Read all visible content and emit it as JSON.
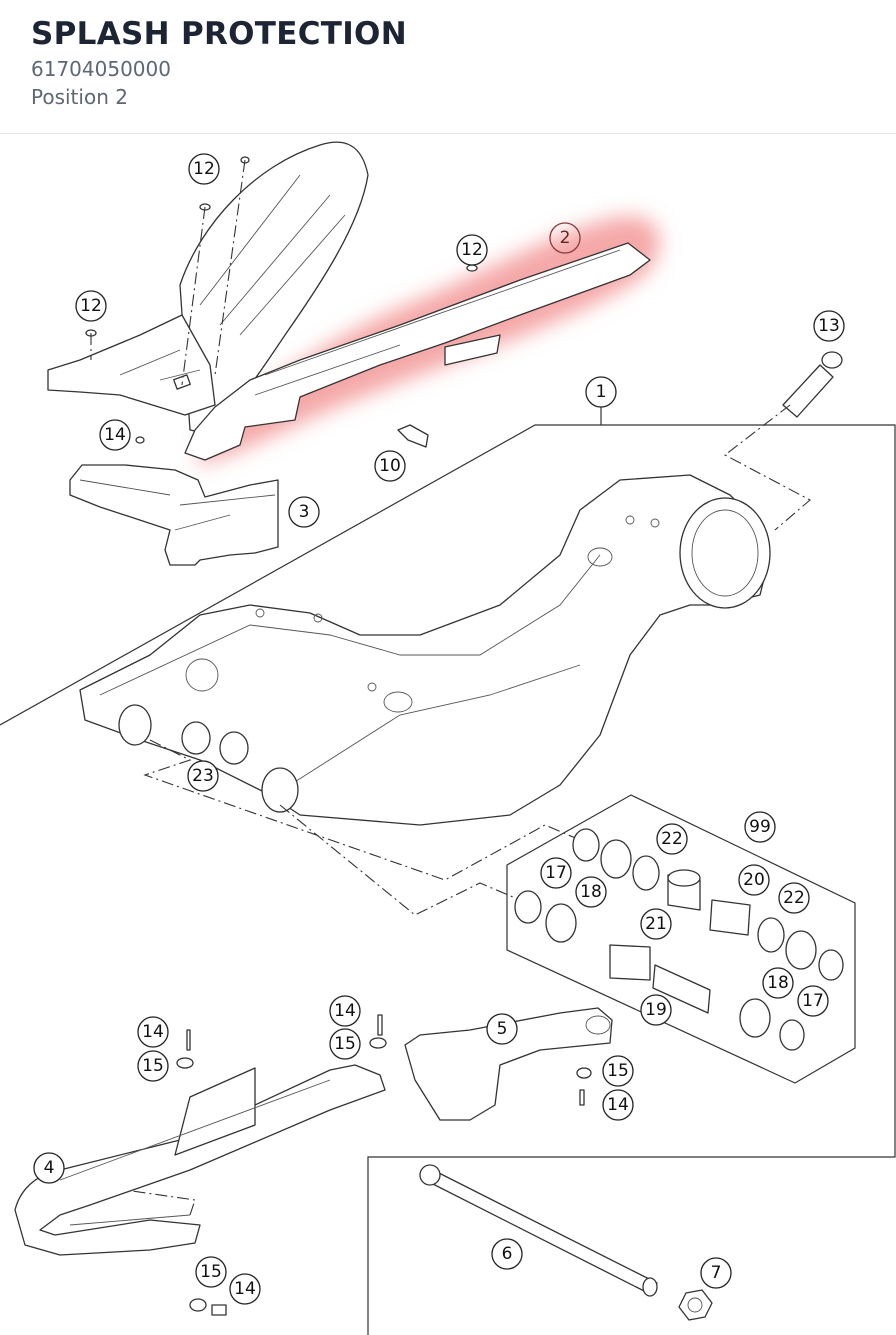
{
  "header": {
    "title": "SPLASH PROTECTION",
    "part_number": "61704050000",
    "position": "Position 2"
  },
  "highlight": {
    "item": "2",
    "color": "#f28b8b"
  },
  "callouts": {
    "c12a": "12",
    "c12b": "12",
    "c12c": "12",
    "c2": "2",
    "c13": "13",
    "c1": "1",
    "c14a": "14",
    "c10": "10",
    "c3": "3",
    "c23": "23",
    "c99": "99",
    "c22a": "22",
    "c17a": "17",
    "c18a": "18",
    "c20": "20",
    "c22b": "22",
    "c21": "21",
    "c18b": "18",
    "c17b": "17",
    "c19": "19",
    "c14b": "14",
    "c15b": "15",
    "c14c": "14",
    "c15c": "15",
    "c5": "5",
    "c15d": "15",
    "c14d": "14",
    "c4": "4",
    "c15e": "15",
    "c14e": "14",
    "c6": "6",
    "c7": "7"
  }
}
